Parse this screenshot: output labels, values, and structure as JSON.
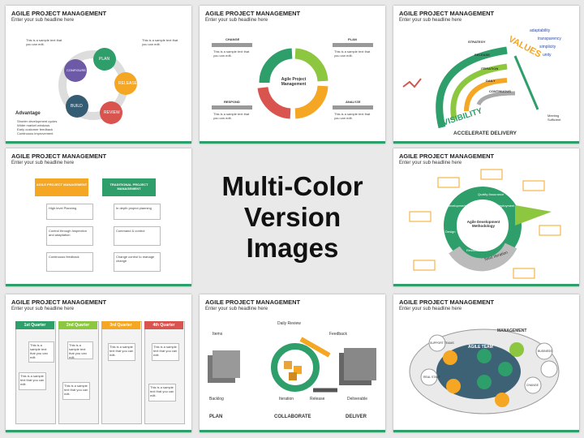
{
  "center": {
    "line1": "Multi-Color",
    "line2": "Version Images"
  },
  "slide_title": "AGILE PROJECT MANAGEMENT",
  "slide_subtitle": "Enter your sub headline here",
  "sample_text": "This is a sample text that you can edit.",
  "s1": {
    "steps": [
      "PLAN",
      "RELEASE",
      "REVIEW",
      "BUILD",
      "CONFIGURE"
    ],
    "advantage": "Advantage",
    "bullets": [
      "Shorter development cycles",
      "Wider market windows",
      "Early customer feedback",
      "Continuous improvement"
    ]
  },
  "s2": {
    "center": "Agile Project Management",
    "labels": [
      "CHANGE",
      "PLAN",
      "RESPOND",
      "ANALYZE"
    ]
  },
  "s3": {
    "words": [
      "adaptability",
      "transparency",
      "simplicity",
      "unity",
      "VALUES",
      "VISIBILITY",
      "STRATEGY",
      "RELEASE",
      "ITERATION",
      "DAILY",
      "CONTINUOUS",
      "Meeting Sufficient"
    ],
    "footer": "ACCELERATE DELIVERY"
  },
  "s4": {
    "left": "AGILE PROJECT MANAGEMENT",
    "right": "TRADITIONAL PROJECT MANAGEMENT",
    "left_items": [
      "High level Planning",
      "Control through Inspection and adaptation",
      "Continuous feedback"
    ],
    "right_items": [
      "In depth project planning",
      "Command & control",
      "Change control to manage change"
    ]
  },
  "s5": {
    "center": "Agile Development Methodology",
    "stages": [
      "Development",
      "Quality Assurance",
      "Deployment",
      "Design",
      "Resolution"
    ],
    "next": "Next Iteration"
  },
  "s6": {
    "quarters": [
      "1st Quarter",
      "2nd Quarter",
      "3rd Quarter",
      "4th Quarter"
    ],
    "colors": [
      "#2e9e6b",
      "#8dc63f",
      "#f5a623",
      "#d9534f"
    ]
  },
  "s7": {
    "labels": [
      "Items",
      "Daily Review",
      "Feedback",
      "Backlog",
      "Iteration",
      "Release",
      "Deliverable"
    ],
    "footer": [
      "PLAN",
      "COLLABORATE",
      "DELIVER"
    ]
  },
  "s8": {
    "labels": [
      "MANAGEMENT",
      "AGILE TEAM",
      "SUPPORT TEAMS",
      "REAL STAFF",
      "CHANGE",
      "BUSINESS"
    ]
  }
}
